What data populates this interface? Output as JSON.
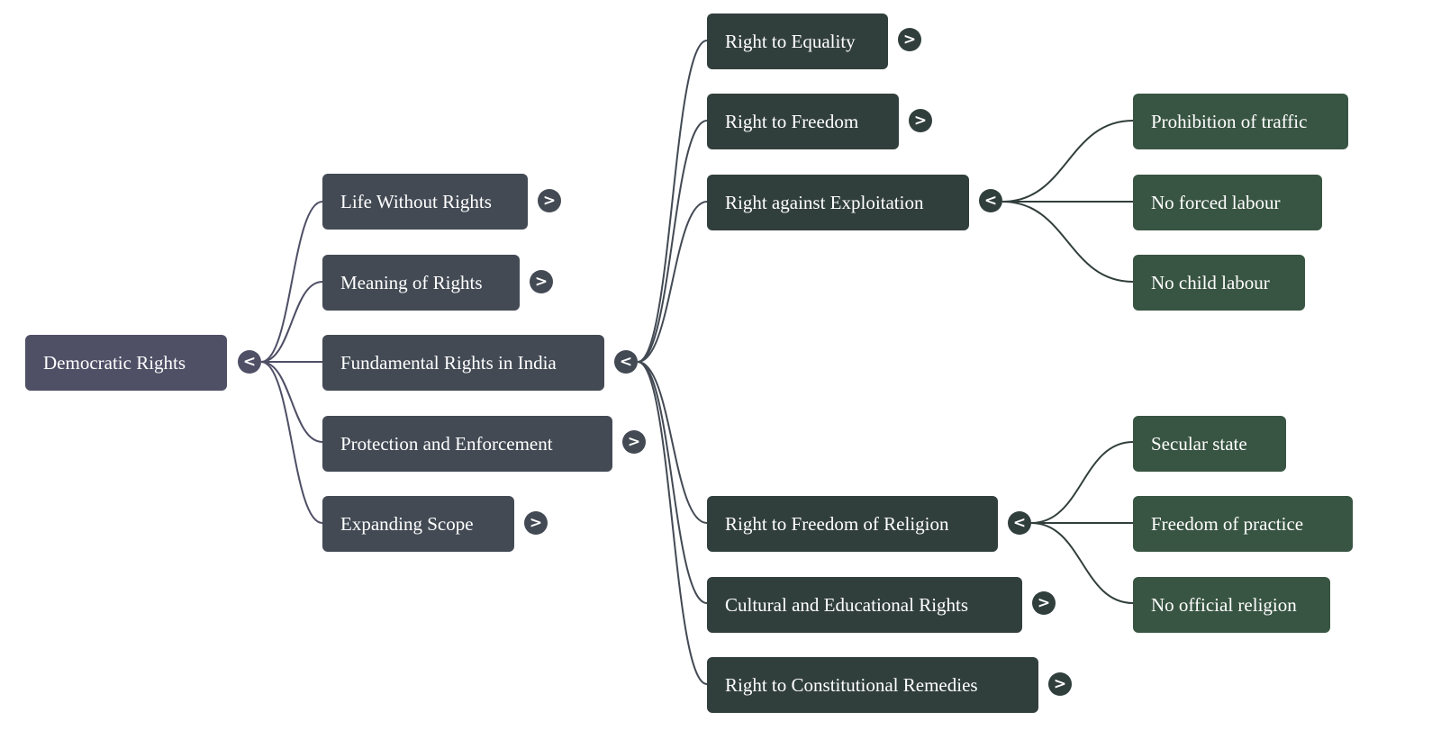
{
  "mindmap": {
    "root": {
      "label": "Democratic Rights",
      "toggle": "<",
      "state": "expanded"
    },
    "level1": [
      {
        "label": "Life Without Rights",
        "toggle": ">",
        "state": "collapsed"
      },
      {
        "label": "Meaning of Rights",
        "toggle": ">",
        "state": "collapsed"
      },
      {
        "label": "Fundamental Rights in India",
        "toggle": "<",
        "state": "expanded"
      },
      {
        "label": "Protection and Enforcement",
        "toggle": ">",
        "state": "collapsed"
      },
      {
        "label": "Expanding Scope",
        "toggle": ">",
        "state": "collapsed"
      }
    ],
    "level2": [
      {
        "label": "Right to Equality",
        "toggle": ">",
        "state": "collapsed"
      },
      {
        "label": "Right to Freedom",
        "toggle": ">",
        "state": "collapsed"
      },
      {
        "label": "Right against Exploitation",
        "toggle": "<",
        "state": "expanded"
      },
      {
        "label": "Right to Freedom of Religion",
        "toggle": "<",
        "state": "expanded"
      },
      {
        "label": "Cultural and Educational Rights",
        "toggle": ">",
        "state": "collapsed"
      },
      {
        "label": "Right to Constitutional Remedies",
        "toggle": ">",
        "state": "collapsed"
      }
    ],
    "level3_exploitation": [
      {
        "label": "Prohibition of traffic"
      },
      {
        "label": "No forced labour"
      },
      {
        "label": "No child labour"
      }
    ],
    "level3_religion": [
      {
        "label": "Secular state"
      },
      {
        "label": "Freedom of practice"
      },
      {
        "label": "No official religion"
      }
    ],
    "colors": {
      "root": "#4f4f66",
      "level1": "#434a54",
      "level2": "#313f3c",
      "level3": "#385442",
      "link_root": "#4f4f66",
      "link_l1": "#434a54",
      "link_l2": "#313f3c"
    }
  }
}
